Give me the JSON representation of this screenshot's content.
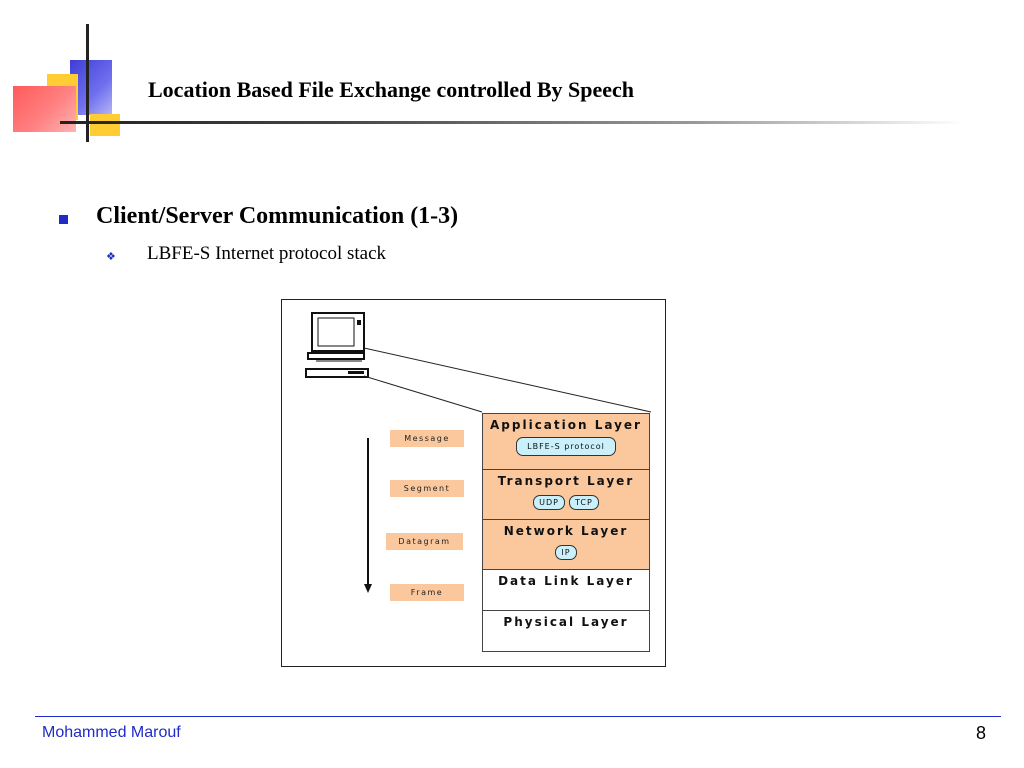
{
  "slide": {
    "title": "Location Based File Exchange controlled By Speech",
    "bullet": "Client/Server Communication (1-3)",
    "sub_bullet_icon": "diamond-bullet-icon",
    "sub_bullet": "LBFE-S Internet protocol stack"
  },
  "figure": {
    "pdu_labels": [
      "Message",
      "Segment",
      "Datagram",
      "Frame"
    ],
    "layers": [
      {
        "name": "Application Layer",
        "protocols": [
          "LBFE-S protocol"
        ],
        "highlight": true
      },
      {
        "name": "Transport Layer",
        "protocols": [
          "UDP",
          "TCP"
        ],
        "highlight": true
      },
      {
        "name": "Network Layer",
        "protocols": [
          "IP"
        ],
        "highlight": true
      },
      {
        "name": "Data Link Layer",
        "protocols": [],
        "highlight": false
      },
      {
        "name": "Physical Layer",
        "protocols": [],
        "highlight": false
      }
    ],
    "highlight_color": "#fbc89e",
    "protocol_color": "#c9f0fb"
  },
  "footer": {
    "author": "Mohammed Marouf",
    "page_number": "8"
  },
  "colors": {
    "accent": "#1f2bc7"
  }
}
